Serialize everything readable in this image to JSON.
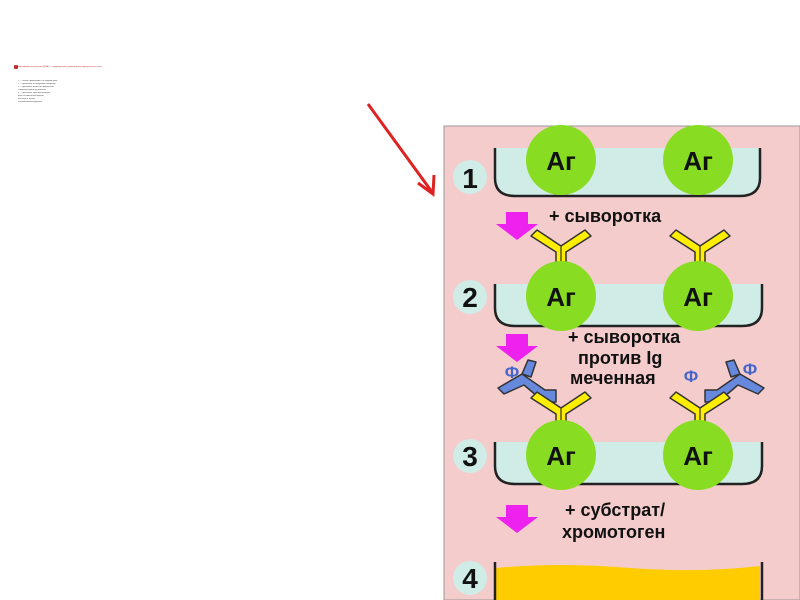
{
  "header": {
    "tiny_title": "Иммуноферментный анализ (ИФА) — твердофазный непрямой метод определения антител",
    "tiny_lines": [
      "1 — антиген фиксирован на твёрдой фазе",
      "2 — добавляют исследуемую сыворотку",
      "3 — добавляют меченную ферментом",
      "сыворотку против Ig человека",
      "4 — добавляют субстрат/хромоген",
      "учёт по изменению окраски",
      "раствора в лунках",
      "положительный результат"
    ]
  },
  "diagram": {
    "steps": [
      "1",
      "2",
      "3",
      "4"
    ],
    "antigen_label": "Аг",
    "step1_reagent": "+ сыворотка",
    "step2_reagent_lines": [
      "+ сыворотка",
      "против Ig",
      "меченная"
    ],
    "enzyme_label": "Ф",
    "step3_reagent_lines": [
      "+ субстрат/",
      "хромотоген"
    ]
  },
  "colors": {
    "panel_bg": "#f5cccc",
    "well_fill": "#d0ece6",
    "antigen_fill": "#88dd22",
    "antibody_yellow": "#ffee00",
    "antibody_blue": "#6688dd",
    "enzyme_text": "#4466cc",
    "arrow_magenta": "#ee22ee",
    "pointer_red": "#dd2222",
    "product_fill": "#ffcc00",
    "step_circle": "#d0ece6"
  }
}
